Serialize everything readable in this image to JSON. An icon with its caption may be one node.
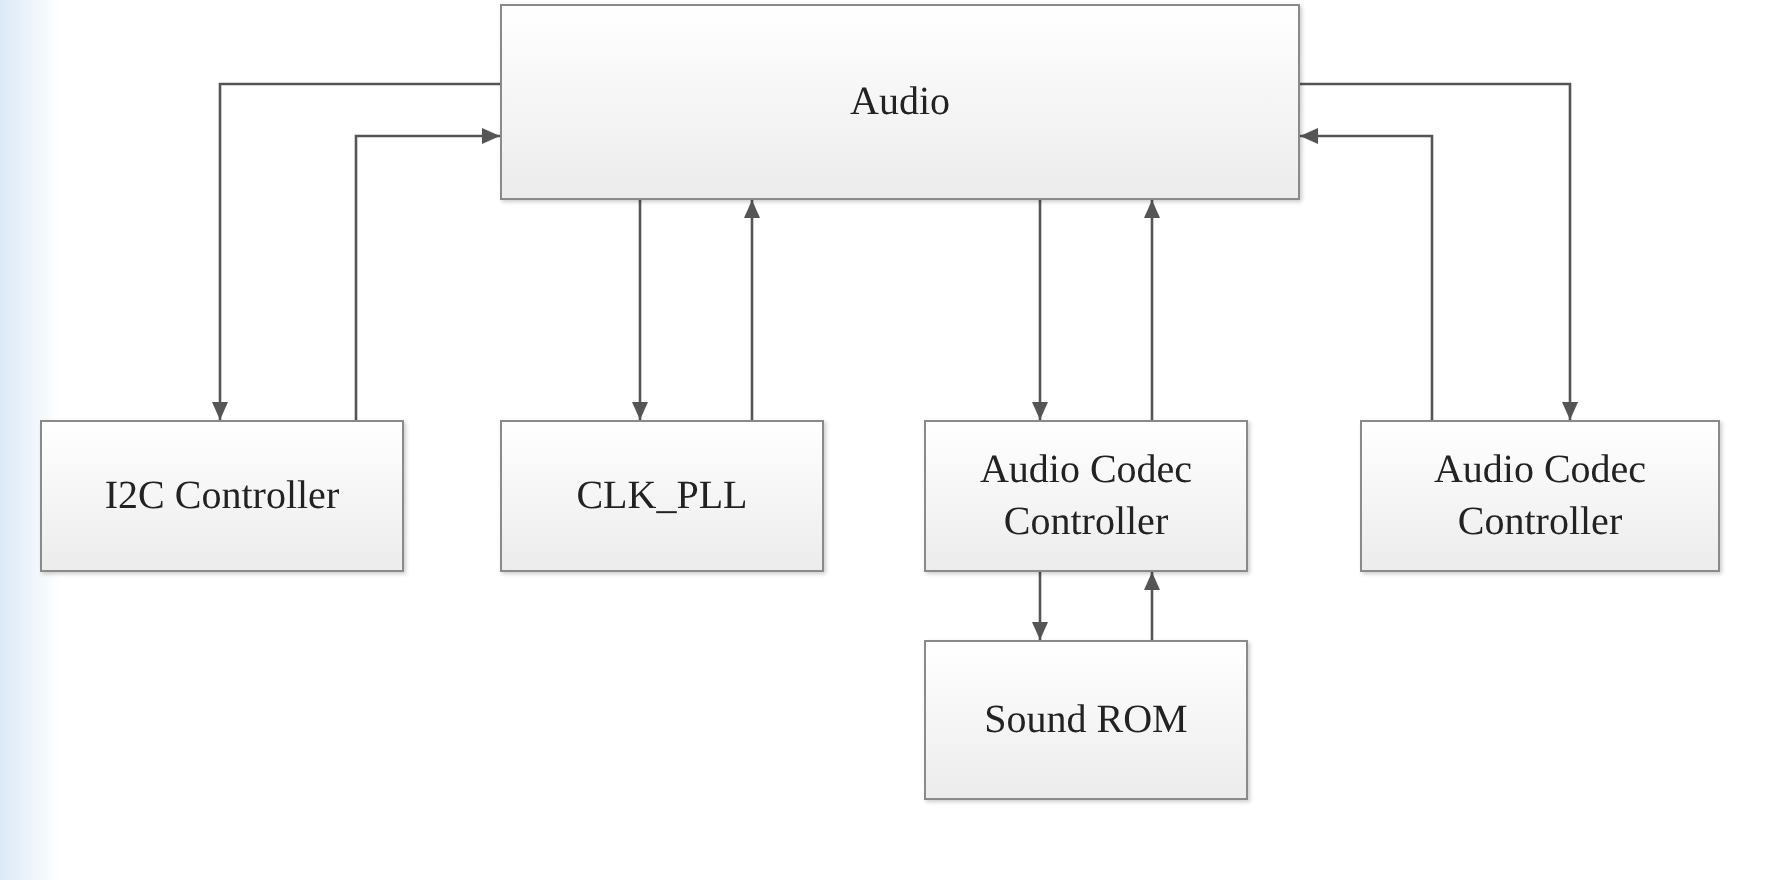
{
  "diagram": {
    "nodes": [
      {
        "text": [
          "Audio"
        ]
      },
      {
        "text": [
          "I2C Controller"
        ]
      },
      {
        "text": [
          "CLK_PLL"
        ]
      },
      {
        "text": [
          "Audio Codec Controller"
        ]
      },
      {
        "text": [
          "Audio Codec Controller"
        ]
      },
      {
        "text": [
          "Sound ROM"
        ]
      }
    ],
    "edges": [
      {
        "from": 0,
        "to": 1,
        "arrow": "to"
      },
      {
        "from": 1,
        "to": 0,
        "arrow": "to"
      },
      {
        "from": 0,
        "to": 2,
        "arrow": "to"
      },
      {
        "from": 2,
        "to": 0,
        "arrow": "to"
      },
      {
        "from": 0,
        "to": 3,
        "arrow": "to"
      },
      {
        "from": 3,
        "to": 0,
        "arrow": "to"
      },
      {
        "from": 4,
        "to": 0,
        "arrow": "to"
      },
      {
        "from": 0,
        "to": 4,
        "arrow": "to"
      },
      {
        "from": 3,
        "to": 5,
        "arrow": "to"
      },
      {
        "from": 5,
        "to": 3,
        "arrow": "to"
      }
    ]
  }
}
